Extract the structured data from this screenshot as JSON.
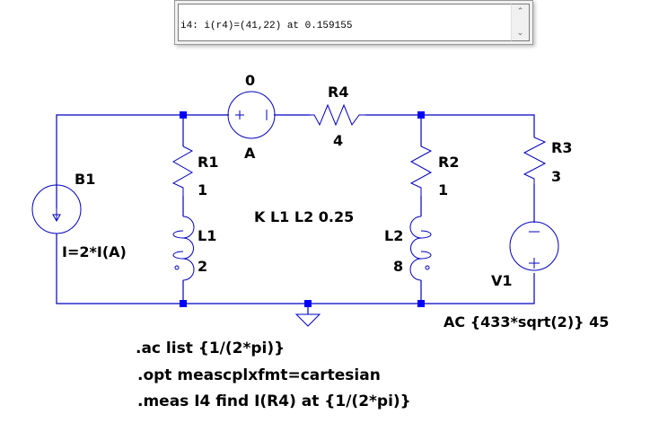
{
  "log_window": {
    "text": "i4: i(r4)=(41,22) at 0.159155",
    "scroll_up": "^",
    "scroll_down": "v"
  },
  "schematic": {
    "wire_color": "#0000c0",
    "junction_color": "#0000ff",
    "components": {
      "B1": {
        "name": "B1",
        "value": "I=2*I(A)",
        "type": "behavioral-current-source"
      },
      "A": {
        "name": "A",
        "value": "0",
        "type": "voltage-source"
      },
      "R4": {
        "name": "R4",
        "value": "4"
      },
      "R1": {
        "name": "R1",
        "value": "1"
      },
      "L1": {
        "name": "L1",
        "value": "2"
      },
      "R2": {
        "name": "R2",
        "value": "1"
      },
      "L2": {
        "name": "L2",
        "value": "8"
      },
      "R3": {
        "name": "R3",
        "value": "3"
      },
      "V1": {
        "name": "V1",
        "value": "AC {433*sqrt(2)} 45",
        "type": "voltage-source"
      }
    },
    "coupling": "K L1 L2 0.25",
    "directives": [
      ".ac list {1/(2*pi)}",
      ".opt meascplxfmt=cartesian",
      ".meas I4 find I(R4) at {1/(2*pi)}"
    ]
  }
}
